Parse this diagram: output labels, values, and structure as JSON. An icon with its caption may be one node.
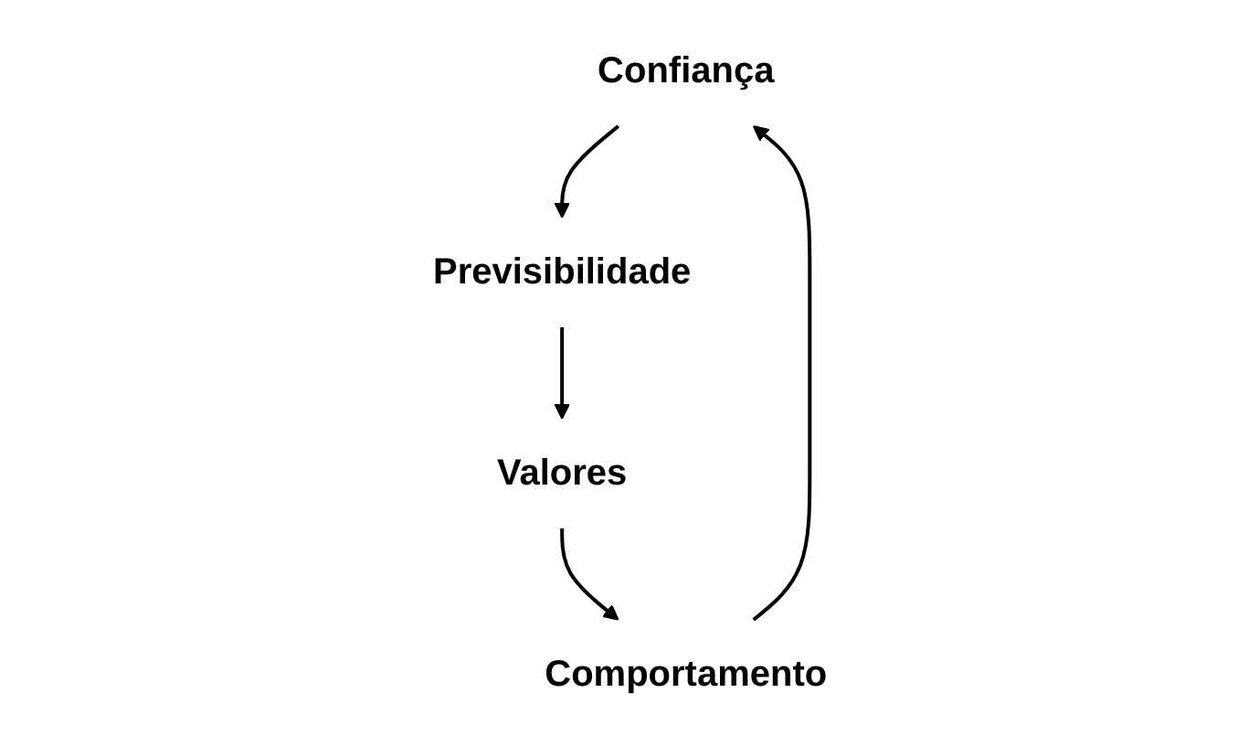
{
  "diagram": {
    "nodes": [
      {
        "text": [
          "Confiança"
        ]
      },
      {
        "text": [
          "Comportamento"
        ]
      },
      {
        "text": [
          "Previsibilidade"
        ]
      },
      {
        "text": [
          "Valores"
        ]
      }
    ],
    "edges": [
      {
        "from": 0,
        "to": 2,
        "arrow": "to"
      },
      {
        "from": 2,
        "to": 3,
        "arrow": "to"
      },
      {
        "from": 3,
        "to": 1,
        "arrow": "to"
      },
      {
        "from": 1,
        "to": 0,
        "arrow": "to"
      }
    ]
  }
}
